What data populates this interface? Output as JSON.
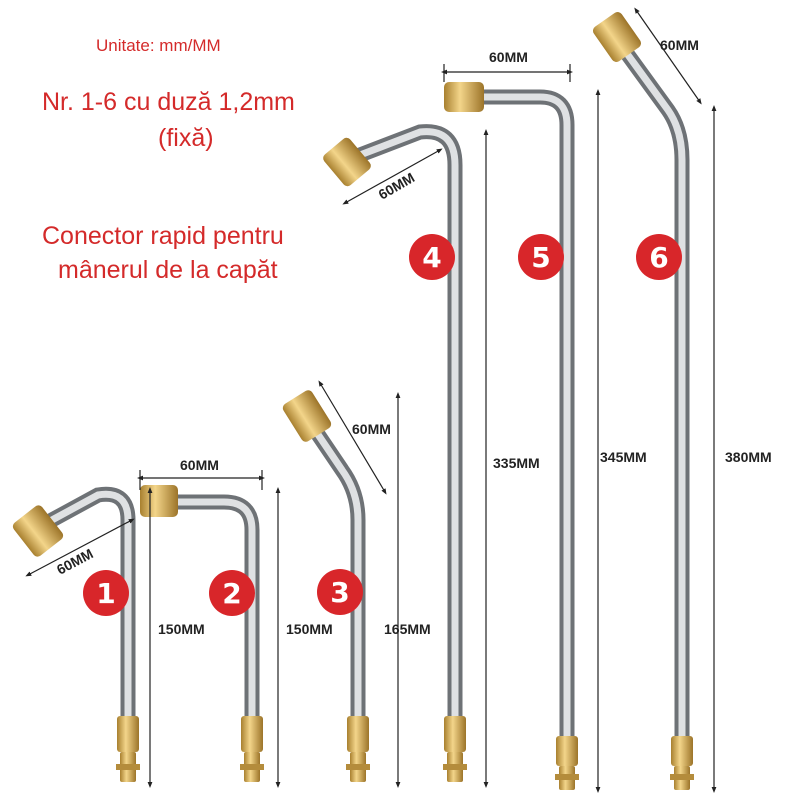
{
  "info": {
    "unit": "Unitate: mm/MM",
    "nozzle_line1": "Nr. 1-6 cu duză 1,2mm",
    "nozzle_line2": "(fixă)",
    "connector_line1": "Conector rapid pentru",
    "connector_line2": "mânerul de la capăt"
  },
  "colors": {
    "text_red": "#d42a2a",
    "badge_red": "#d8262a",
    "steel": "#b9bcbf",
    "brass": "#d9b25c"
  },
  "icons": [
    "brass-nozzle-icon",
    "quick-connector-icon",
    "steel-tube-icon"
  ],
  "products": [
    {
      "number": "1",
      "length": "150MM",
      "tip": "60MM"
    },
    {
      "number": "2",
      "length": "150MM",
      "tip": "60MM"
    },
    {
      "number": "3",
      "length": "165MM",
      "tip": "60MM"
    },
    {
      "number": "4",
      "length": "335MM",
      "tip": "60MM"
    },
    {
      "number": "5",
      "length": "345MM",
      "tip": "60MM"
    },
    {
      "number": "6",
      "length": "380MM",
      "tip": "60MM"
    }
  ]
}
